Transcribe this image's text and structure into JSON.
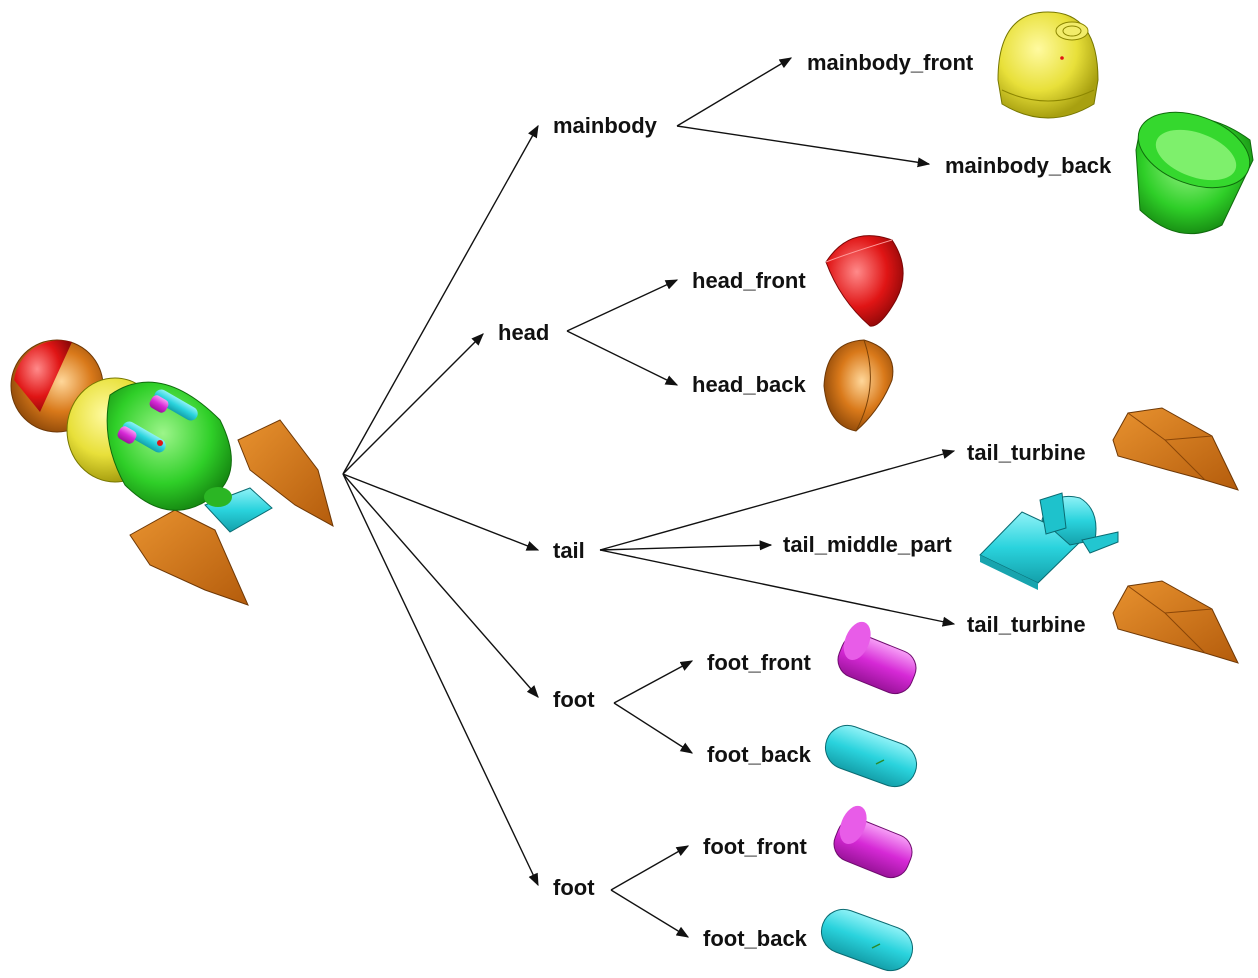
{
  "colors": {
    "yellow": "#e8e03a",
    "green": "#2fcf28",
    "red": "#e01515",
    "orange": "#d9791a",
    "cyan": "#2ad3dd",
    "magenta": "#d629d6",
    "line": "#111111"
  },
  "nodes": {
    "mainbody": "mainbody",
    "mainbody_front": "mainbody_front",
    "mainbody_back": "mainbody_back",
    "head": "head",
    "head_front": "head_front",
    "head_back": "head_back",
    "tail": "tail",
    "tail_turbine_1": "tail_turbine",
    "tail_middle_part": "tail_middle_part",
    "tail_turbine_2": "tail_turbine",
    "foot_1": "foot",
    "foot_1_front": "foot_front",
    "foot_1_back": "foot_back",
    "foot_2": "foot",
    "foot_2_front": "foot_front",
    "foot_2_back": "foot_back"
  },
  "parts": {
    "assembly": "robot-assembly",
    "mainbody_front": "yellow-dome",
    "mainbody_back": "green-cylinder",
    "head_front": "red-hemisphere",
    "head_back": "orange-hemisphere",
    "tail_turbine": "orange-turbine",
    "tail_middle_part": "cyan-bracket",
    "foot_front": "magenta-cylinder",
    "foot_back": "cyan-capsule"
  }
}
